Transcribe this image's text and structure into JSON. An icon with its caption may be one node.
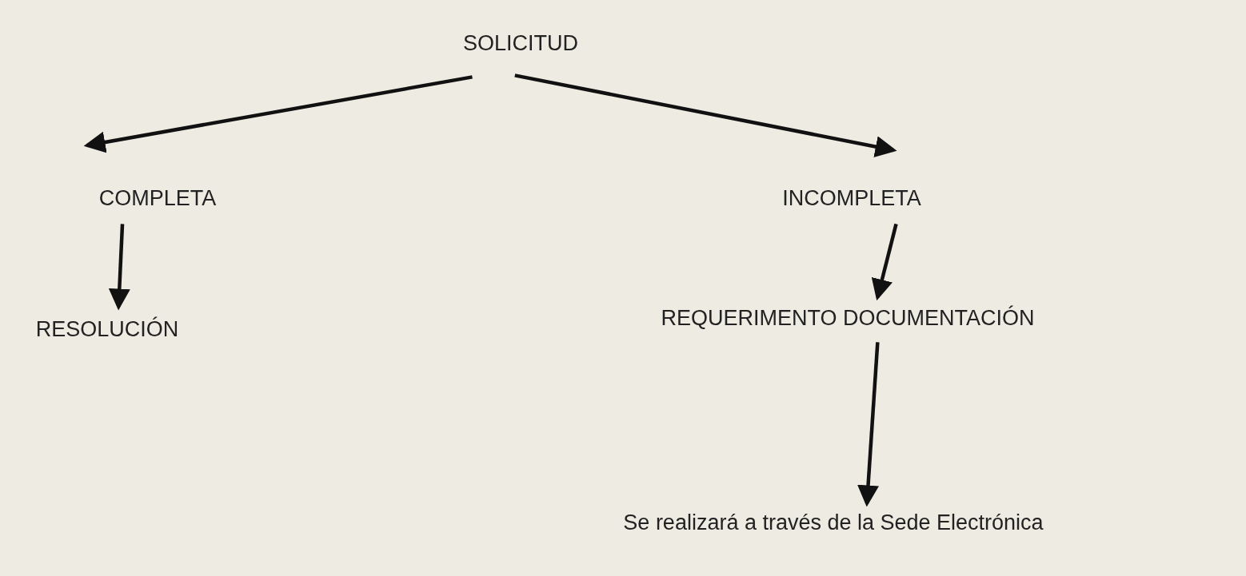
{
  "diagram": {
    "nodes": [
      {
        "text": [
          "SOLICITUD"
        ]
      },
      {
        "text": [
          "COMPLETA"
        ]
      },
      {
        "text": [
          "INCOMPLETA"
        ]
      },
      {
        "text": [
          "RESOLUCIÓN"
        ]
      },
      {
        "text": [
          "REQUERIMENTO DOCUMENTACIÓN"
        ]
      },
      {
        "text": [
          "Se realizará a través de la Sede Electrónica"
        ]
      }
    ],
    "edges": [
      {
        "from": 0,
        "to": 1,
        "arrow": "to"
      },
      {
        "from": 0,
        "to": 2,
        "arrow": "to"
      },
      {
        "from": 1,
        "to": 3,
        "arrow": "to"
      },
      {
        "from": 2,
        "to": 4,
        "arrow": "to"
      },
      {
        "from": 4,
        "to": 5,
        "arrow": "to"
      }
    ]
  }
}
